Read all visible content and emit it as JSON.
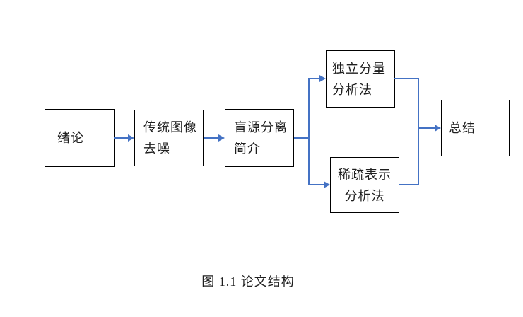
{
  "diagram": {
    "caption": "图 1.1 论文结构",
    "colors": {
      "connector": "#4472C4",
      "border": "#000000",
      "text": "#1f1f1f",
      "background": "#ffffff"
    },
    "nodes": [
      {
        "id": "introduction",
        "label": "绪论",
        "lines": [
          "绪论"
        ]
      },
      {
        "id": "traditional-denoising",
        "label": "传统图像去噪",
        "lines": [
          "传统图像",
          "去噪"
        ]
      },
      {
        "id": "bss-intro",
        "label": "盲源分离简介",
        "lines": [
          "盲源分离",
          "简介"
        ]
      },
      {
        "id": "ica-method",
        "label": "独立分量分析法",
        "lines": [
          "独立分量",
          "分析法"
        ]
      },
      {
        "id": "sparse-method",
        "label": "稀疏表示分析法",
        "lines": [
          "稀疏表示",
          "分析法"
        ]
      },
      {
        "id": "summary",
        "label": "总结",
        "lines": [
          "总结"
        ]
      }
    ],
    "edges": [
      {
        "from": "introduction",
        "to": "traditional-denoising"
      },
      {
        "from": "traditional-denoising",
        "to": "bss-intro"
      },
      {
        "from": "bss-intro",
        "to": "ica-method"
      },
      {
        "from": "bss-intro",
        "to": "sparse-method"
      },
      {
        "from": "ica-method",
        "to": "summary"
      },
      {
        "from": "sparse-method",
        "to": "summary"
      }
    ]
  }
}
